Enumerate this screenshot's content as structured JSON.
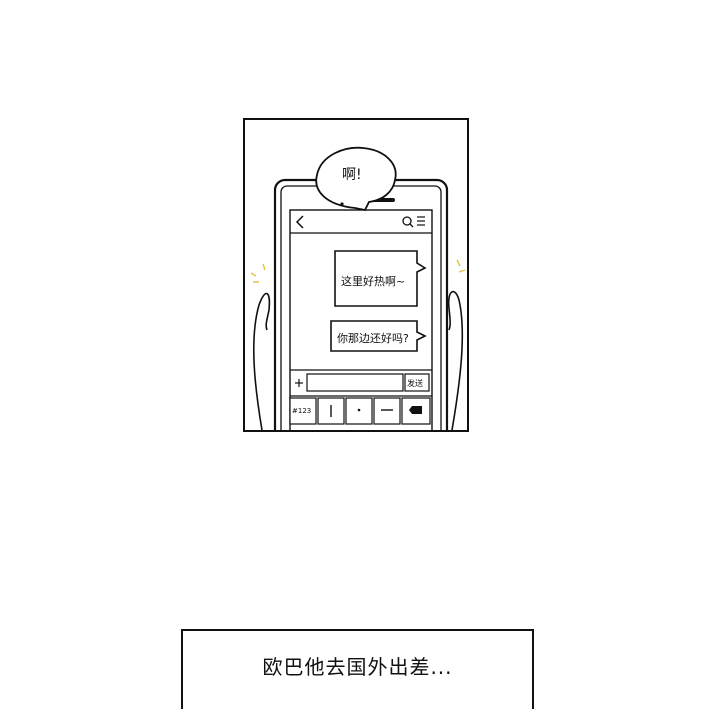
{
  "speech_bubble": {
    "text": "啊!"
  },
  "chat": {
    "messages": [
      {
        "text": "这里好热啊~"
      },
      {
        "text": "你那边还好吗?"
      }
    ],
    "send_button_label": "发送",
    "keyboard_mode_label": "#123"
  },
  "caption": {
    "text": "欧巴他去国外出差..."
  },
  "icons": [
    "back-chevron-icon",
    "search-icon",
    "menu-icon",
    "plus-icon",
    "backspace-icon"
  ]
}
